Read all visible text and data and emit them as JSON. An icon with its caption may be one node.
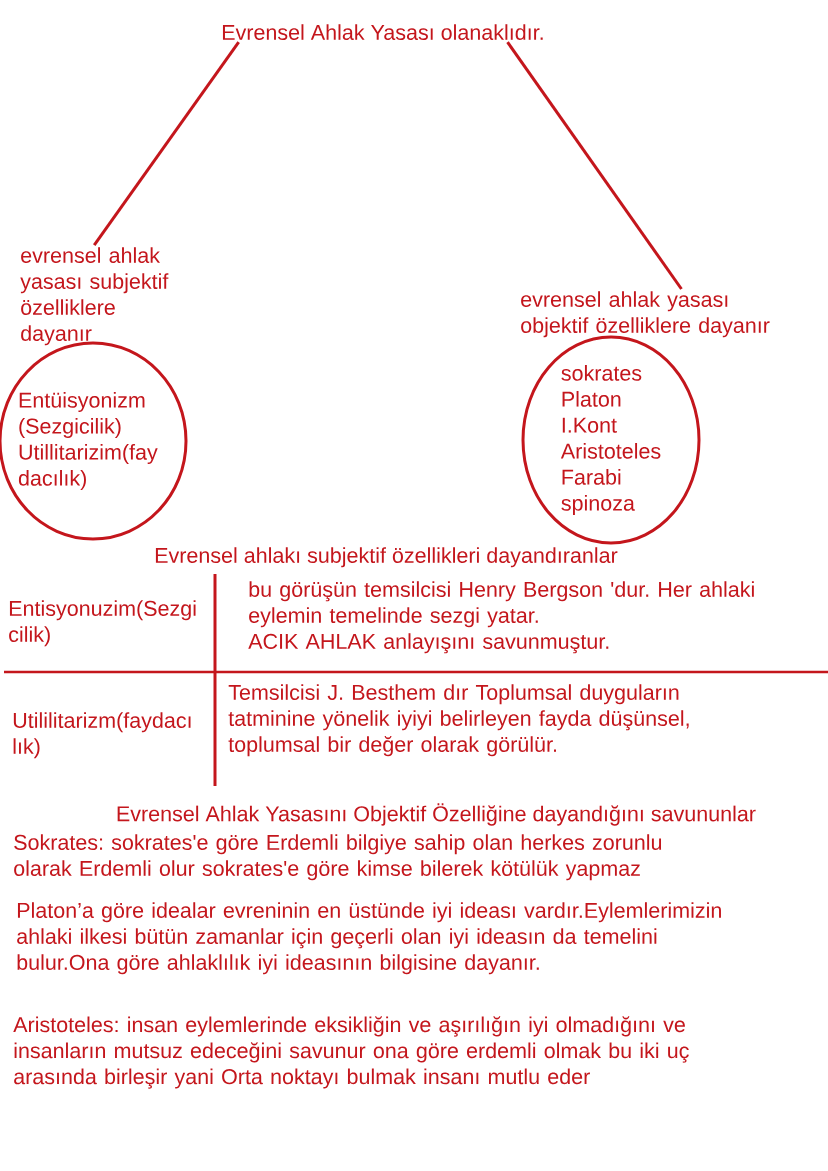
{
  "diagram": {
    "nodes": [
      {
        "text": [
          "Evrensel Ahlak Yasası olanaklıdır."
        ]
      },
      {
        "text": [
          "evrensel ahlak yasası subjektif özelliklere dayanır"
        ]
      },
      {
        "text": [
          "evrensel ahlak yasası objektif özelliklere dayanır"
        ]
      },
      {
        "text": [
          "Entüisyonizm (Sezgicilik)",
          "Utillitarizim(fay dacılık)"
        ]
      },
      {
        "text": [
          "sokrates",
          "Platon",
          "I.Kont",
          "Aristoteles",
          "Farabi",
          "spinoza"
        ]
      }
    ],
    "edges": [
      {
        "from": 0,
        "to": 1,
        "arrow": "none"
      },
      {
        "from": 0,
        "to": 2,
        "arrow": "none"
      }
    ],
    "labels": [
      "Evrensel ahlakı subjektif özellikleri dayandıranlar",
      "Entisyonuzim(Sezgi cilik)",
      "bu görüşün temsilcisi Henry Bergson 'dur. Her ahlaki eylemin temelinde sezgi yatar.",
      "ACIK AHLAK anlayışını savunmuştur.",
      "Utililitarizm(faydacı lık)",
      "Temsilcisi J. Besthem dır Toplumsal duyguların tatminine yönelik iyiyi belirleyen fayda düşünsel, toplumsal bir değer olarak görülür.",
      "Evrensel Ahlak Yasasını Objektif Özelliğine dayandığını savununlar",
      "Sokrates: sokrates'e göre Erdemli bilgiye sahip olan herkes zorunlu olarak Erdemli olur sokrates'e göre kimse bilerek kötülük yapmaz",
      "Platon’a göre idealar evreninin en üstünde iyi ideası vardır.Eylemlerimizin ahlaki ilkesi bütün zamanlar için geçerli olan iyi ideasın da temelini bulur.Ona göre ahlaklılık iyi ideasının bilgisine dayanır.",
      "Aristoteles: insan eylemlerinde eksikliğin ve aşırılığın iyi olmadığını ve insanların mutsuz edeceğini savunur ona göre erdemli olmak bu iki uç arasında birleşir yani Orta noktayı bulmak insanı mutlu eder"
    ]
  }
}
